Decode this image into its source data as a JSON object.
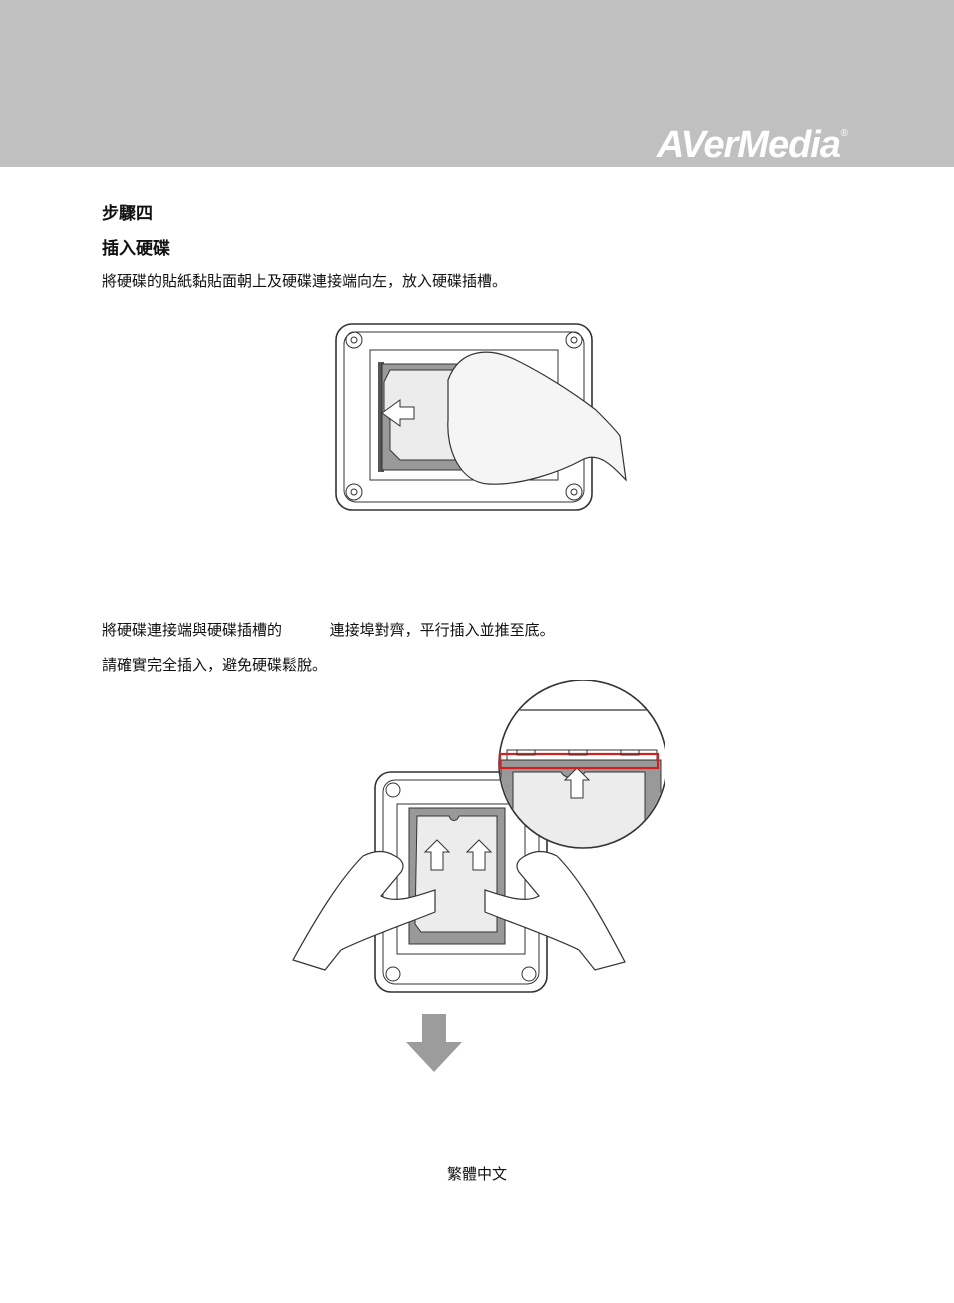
{
  "header": {
    "logo_text": "AVerMedia",
    "logo_mark": "®",
    "band_color": "#c0c0c0"
  },
  "content": {
    "step_title": "步驟四",
    "section_title": "插入硬碟",
    "paragraph1": "將硬碟的貼紙黏貼面朝上及硬碟連接端向左，放入硬碟插槽。",
    "paragraph2": "將硬碟連接端與硬碟插槽的          連接埠對齊，平行插入並推至底。",
    "paragraph3": "請確實完全插入，避免硬碟鬆脫。"
  },
  "figures": {
    "figure1": "hand-placing-drive-icon",
    "figure2": "two-hands-pushing-drive-icon",
    "highlight_color": "#d42020",
    "arrow": "down-arrow-icon"
  },
  "footer": {
    "language": "繁體中文"
  }
}
